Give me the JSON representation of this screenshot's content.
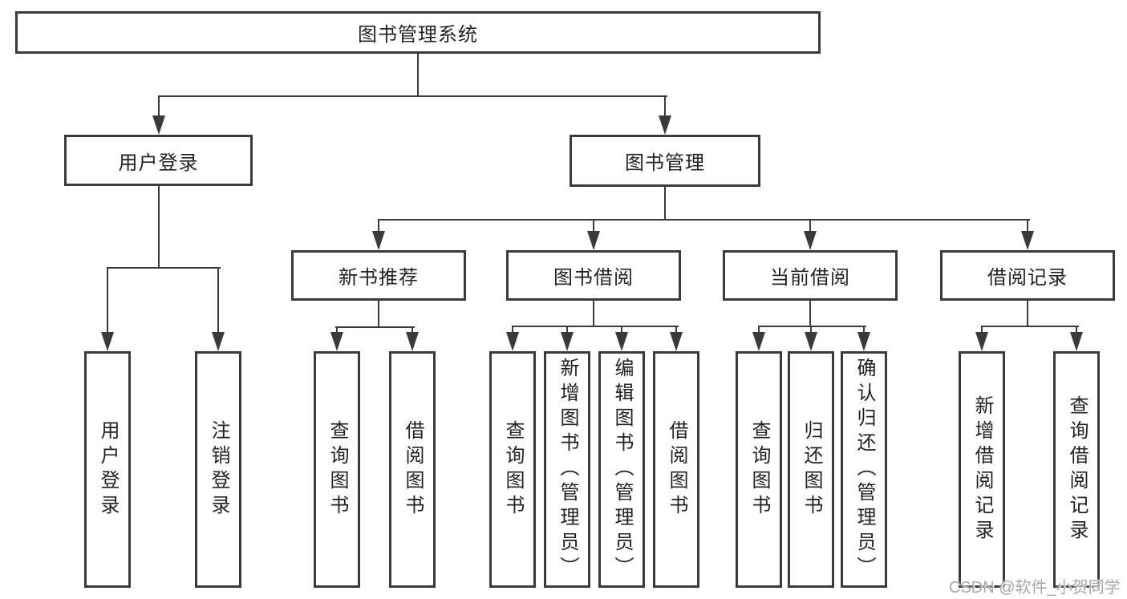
{
  "tree": {
    "root": {
      "label": "图书管理系统"
    },
    "login": {
      "label": "用户登录",
      "children": [
        {
          "label": "用户登录"
        },
        {
          "label": "注销登录"
        }
      ]
    },
    "mgmt": {
      "label": "图书管理"
    },
    "newbook": {
      "label": "新书推荐",
      "children": [
        {
          "label": "查询图书"
        },
        {
          "label": "借阅图书"
        }
      ]
    },
    "borrow": {
      "label": "图书借阅",
      "children": [
        {
          "label": "查询图书"
        },
        {
          "label": "新增图书（管理员）"
        },
        {
          "label": "编辑图书（管理员）"
        },
        {
          "label": "借阅图书"
        }
      ]
    },
    "current": {
      "label": "当前借阅",
      "children": [
        {
          "label": "查询图书"
        },
        {
          "label": "归还图书"
        },
        {
          "label": "确认归还（管理员）"
        }
      ]
    },
    "records": {
      "label": "借阅记录",
      "children": [
        {
          "label": "新增借阅记录"
        },
        {
          "label": "查询借阅记录"
        }
      ]
    }
  },
  "watermark": {
    "text": "CSDN @软件_小贺同学"
  },
  "colors": {
    "line": "#3a3a3a",
    "text": "#222222",
    "watermark_text": "#a8a8a8",
    "background": "#ffffff"
  }
}
